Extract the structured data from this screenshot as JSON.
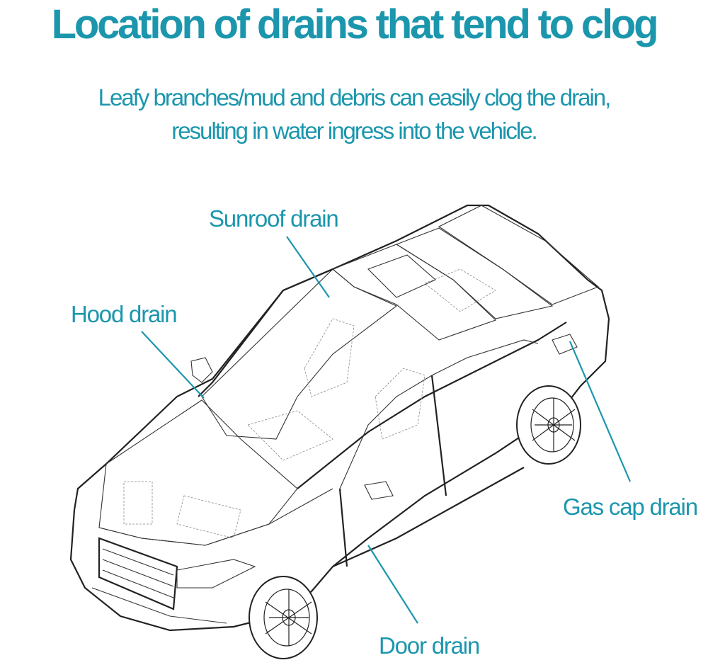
{
  "title": "Location of drains that tend to clog",
  "subtitle_lines": [
    "Leafy branches/mud and debris can easily clog the drain,",
    "resulting in water ingress into the vehicle."
  ],
  "labels": {
    "sunroof": "Sunroof drain",
    "hood": "Hood drain",
    "gas_cap": "Gas cap drain",
    "door": "Door drain"
  },
  "colors": {
    "accent": "#1b96ad",
    "line": "#222222"
  },
  "illustration": "car-wireframe"
}
